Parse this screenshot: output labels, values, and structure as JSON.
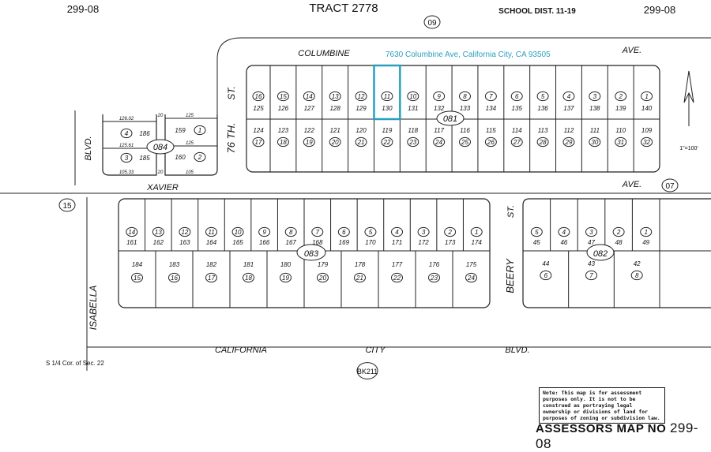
{
  "header": {
    "left_map_no": "299-08",
    "right_map_no": "299-08",
    "tract": "TRACT 2778",
    "school_dist": "SCHOOL DIST. 11-19",
    "book_page_circle": "09"
  },
  "address_label": "7630 Columbine Ave, California City, CA 93505",
  "highlight_color": "#2a9fc0",
  "streets": {
    "columbine": "COLUMBINE",
    "ave_top": "AVE.",
    "xavier": "XAVIER",
    "ave_mid": "AVE.",
    "seventy_sixth": "76 TH.",
    "st_76": "ST.",
    "blvd_left": "BLVD.",
    "isabella": "ISABELLA",
    "beery": "BEERY",
    "beery_st": "ST.",
    "california": "CALIFORNIA",
    "city": "CITY",
    "blvd_bottom": "BLVD."
  },
  "circles": {
    "left_15": "15",
    "right_07": "07",
    "book": "BK211"
  },
  "section_corner": "S 1/4 Cor. of Sec. 22",
  "scale": "1\"=100'",
  "blocks": {
    "b081": {
      "label": "081",
      "highlighted_parcel": "11",
      "top": [
        [
          "16",
          "125"
        ],
        [
          "15",
          "126"
        ],
        [
          "14",
          "127"
        ],
        [
          "13",
          "128"
        ],
        [
          "12",
          "129"
        ],
        [
          "11",
          "130"
        ],
        [
          "10",
          "131"
        ],
        [
          "9",
          "132"
        ],
        [
          "8",
          "133"
        ],
        [
          "7",
          "134"
        ],
        [
          "6",
          "135"
        ],
        [
          "5",
          "136"
        ],
        [
          "4",
          "137"
        ],
        [
          "3",
          "138"
        ],
        [
          "2",
          "139"
        ],
        [
          "1",
          "140"
        ]
      ],
      "bottom": [
        [
          "17",
          "124"
        ],
        [
          "18",
          "123"
        ],
        [
          "19",
          "122"
        ],
        [
          "20",
          "121"
        ],
        [
          "21",
          "120"
        ],
        [
          "22",
          "119"
        ],
        [
          "23",
          "118"
        ],
        [
          "24",
          "117"
        ],
        [
          "25",
          "116"
        ],
        [
          "26",
          "115"
        ],
        [
          "27",
          "114"
        ],
        [
          "28",
          "113"
        ],
        [
          "29",
          "112"
        ],
        [
          "30",
          "111"
        ],
        [
          "31",
          "110"
        ],
        [
          "32",
          "109"
        ]
      ]
    },
    "b084": {
      "label": "084",
      "parcels": [
        [
          "4",
          "186"
        ],
        [
          "3",
          "185"
        ],
        [
          "1",
          "159"
        ],
        [
          "2",
          "160"
        ]
      ],
      "dims": [
        "126.02",
        "125.61",
        "105.33",
        "125",
        "125",
        "105",
        "20",
        "20"
      ]
    },
    "b083": {
      "label": "083",
      "top": [
        [
          "14",
          "161"
        ],
        [
          "13",
          "162"
        ],
        [
          "12",
          "163"
        ],
        [
          "11",
          "164"
        ],
        [
          "10",
          "165"
        ],
        [
          "9",
          "166"
        ],
        [
          "8",
          "167"
        ],
        [
          "7",
          "168"
        ],
        [
          "6",
          "169"
        ],
        [
          "5",
          "170"
        ],
        [
          "4",
          "171"
        ],
        [
          "3",
          "172"
        ],
        [
          "2",
          "173"
        ],
        [
          "1",
          "174"
        ]
      ],
      "bottom": [
        [
          "15",
          "184"
        ],
        [
          "16",
          "183"
        ],
        [
          "17",
          "182"
        ],
        [
          "18",
          "181"
        ],
        [
          "19",
          "180"
        ],
        [
          "20",
          "179"
        ],
        [
          "21",
          "178"
        ],
        [
          "22",
          "177"
        ],
        [
          "23",
          "176"
        ],
        [
          "24",
          "175"
        ]
      ]
    },
    "b082": {
      "label": "082",
      "top": [
        [
          "5",
          "45"
        ],
        [
          "4",
          "46"
        ],
        [
          "3",
          "47"
        ],
        [
          "2",
          "48"
        ],
        [
          "1",
          "49"
        ]
      ],
      "bottom": [
        [
          "6",
          "44"
        ],
        [
          "7",
          "43"
        ],
        [
          "8",
          "42"
        ]
      ]
    }
  },
  "note": "Note: This map is for assessment purposes only. It is not to be construed as portraying legal ownership or divisions of land for purposes of zoning or subdivision law.",
  "footer": {
    "label": "ASSESSORS MAP NO",
    "number": "299-08"
  }
}
